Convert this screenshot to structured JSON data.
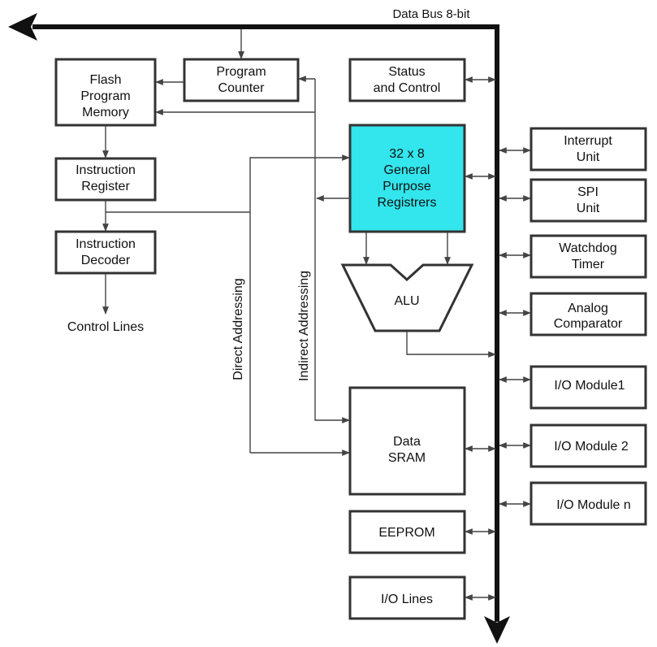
{
  "title": "Data Bus 8-bit",
  "blocks": {
    "program_counter": [
      "Program",
      "Counter"
    ],
    "flash": [
      "Flash",
      "Program",
      "Memory"
    ],
    "instruction_register": [
      "Instruction",
      "Register"
    ],
    "instruction_decoder": [
      "Instruction",
      "Decoder"
    ],
    "control_lines": "Control Lines",
    "status_control": [
      "Status",
      "and Control"
    ],
    "registers": [
      "32 x 8",
      "General",
      "Purpose",
      "Registrers"
    ],
    "alu": "ALU",
    "data_sram": [
      "Data",
      "SRAM"
    ],
    "eeprom": "EEPROM",
    "io_lines": "I/O Lines",
    "interrupt": [
      "Interrupt",
      "Unit"
    ],
    "spi": [
      "SPI",
      "Unit"
    ],
    "watchdog": [
      "Watchdog",
      "Timer"
    ],
    "analog": [
      "Analog",
      "Comparator"
    ],
    "io_module1": "I/O Module1",
    "io_module2": "I/O Module 2",
    "io_modulen": "I/O Module n"
  },
  "paths": {
    "direct": "Direct Addressing",
    "indirect": "Indirect Addressing"
  },
  "colors": {
    "registers_fill": "#33e5ec",
    "border": "#333333",
    "bus": "#111111"
  }
}
